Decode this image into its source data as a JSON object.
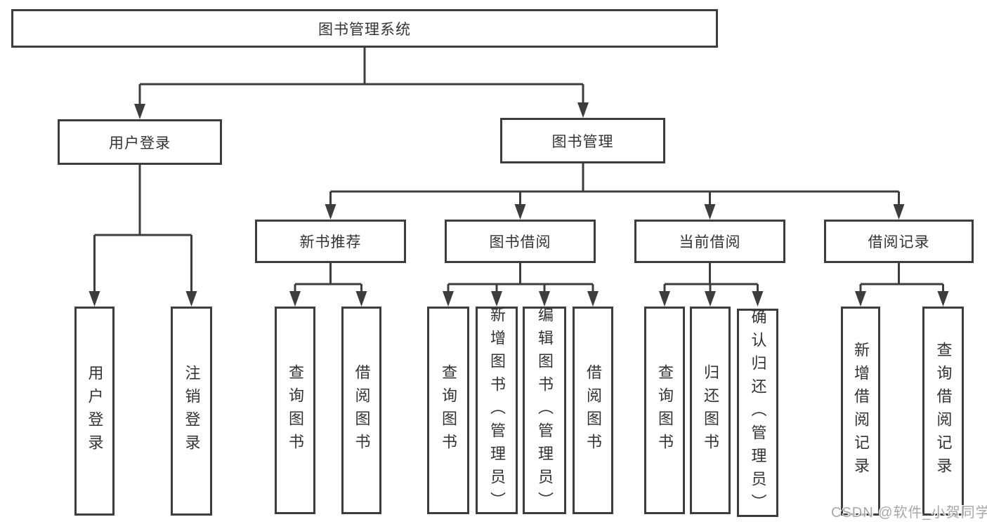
{
  "diagram": {
    "root": {
      "label": "图书管理系统"
    },
    "level2": [
      {
        "label": "用户登录"
      },
      {
        "label": "图书管理"
      }
    ],
    "level3": [
      {
        "label": "新书推荐"
      },
      {
        "label": "图书借阅"
      },
      {
        "label": "当前借阅"
      },
      {
        "label": "借阅记录"
      }
    ],
    "leaves": {
      "login": [
        "用户登录",
        "注销登录"
      ],
      "recommend": [
        "查询图书",
        "借阅图书"
      ],
      "borrow": [
        "查询图书",
        "新增图书（管理员）",
        "编辑图书（管理员）",
        "借阅图书"
      ],
      "current": [
        "查询图书",
        "归还图书",
        "确认归还（管理员）"
      ],
      "records": [
        "新增借阅记录",
        "查询借阅记录"
      ]
    }
  },
  "watermark": {
    "text": "CSDN @软件_小贺同学"
  },
  "colors": {
    "line": "#3d3d3d",
    "text": "#333333",
    "background": "#ffffff",
    "watermark": "#a9a6a6"
  }
}
